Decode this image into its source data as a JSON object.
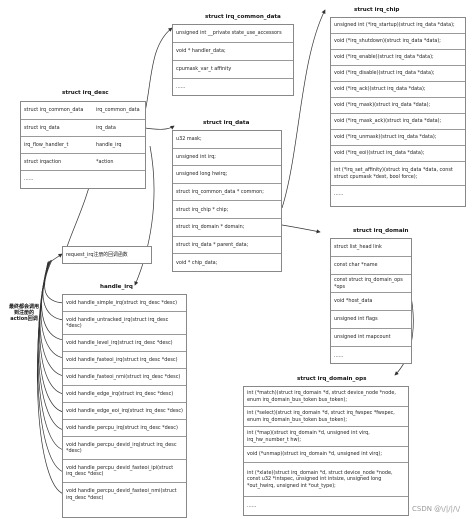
{
  "irq_desc": {
    "title": "struct irq_desc",
    "rows": [
      {
        "type": "struct irq_common_data",
        "name": "irq_common_data"
      },
      {
        "type": "struct irq_data",
        "name": "irq_data"
      },
      {
        "type": "irq_flow_handler_t",
        "name": "handle_irq"
      },
      {
        "type": "struct irqaction",
        "name": "*action"
      },
      {
        "type": "......",
        "name": ""
      }
    ]
  },
  "irq_common_data": {
    "title": "struct irq_common_data",
    "rows": [
      "unsigned int __private state_use_accessors",
      "void * handler_data;",
      "cpumask_var_t affinity",
      "......"
    ]
  },
  "irq_data": {
    "title": "struct irq_data",
    "rows": [
      "u32 mask;",
      "unsigned int irq;",
      "unsigned long hwirq;",
      "struct irq_common_data * common;",
      "struct irq_chip * chip;",
      "struct irq_domain * domain;",
      "struct irq_data * parent_data;",
      "void * chip_data;"
    ]
  },
  "irq_chip": {
    "title": "struct irq_chip",
    "rows": [
      "unsigned int (*irq_startup)(struct irq_data *data);",
      "void (*irq_shutdown)(struct irq_data *data);",
      "void (*irq_enable)(struct irq_data *data);",
      "void (*irq_disable)(struct irq_data *data);",
      "void (*irq_ack)(struct irq_data *data);",
      "void (*irq_mask)(struct irq_data *data);",
      "void (*irq_mask_ack)(struct irq_data *data);",
      "void (*irq_unmask)(struct irq_data *data);",
      "void (*irq_eoi)(struct irq_data *data);",
      "int (*irq_set_affinity)(struct irq_data *data, const struct cpumask *dest, bool force);",
      "......"
    ]
  },
  "irq_domain": {
    "title": "struct irq_domain",
    "rows": [
      "struct list_head link",
      "const char *name",
      "const struct irq_domain_ops *ops",
      "void *host_data",
      "unsigned int flags",
      "unsigned int mapcount",
      "......"
    ]
  },
  "irq_domain_ops": {
    "title": "struct irq_domain_ops",
    "rows": [
      "int (*match)(struct irq_domain *d, struct device_node *node, enum irq_domain_bus_token bus_token);",
      "int (*select)(struct irq_domain *d, struct irq_fwspec *fwspec, enum irq_domain_bus_token bus_token);",
      "int (*map)(struct irq_domain *d, unsigned int virq, irq_hw_number_t hw);",
      "void (*unmap)(struct irq_domain *d, unsigned int virq);",
      "int (*xlate)(struct irq_domain *d, struct device_node *node, const u32 *intspec, unsigned int intsize, unsigned long *out_hwirq, unsigned int *out_type);",
      "......"
    ]
  },
  "request_box": {
    "text": "request_irq注册的回调函数"
  },
  "handle_irq": {
    "title": "handle_irq",
    "rows": [
      "void handle_simple_irq(struct irq_desc *desc)",
      "void handle_untracked_irq(struct irq_desc *desc)",
      "void handle_level_irq(struct irq_desc *desc)",
      "void handle_fasteoi_irq(struct irq_desc *desc)",
      "void handle_fasteoi_nmi(struct irq_desc *desc)",
      "void handle_edge_irq(struct irq_desc *desc)",
      "void handle_edge_eoi_irq(struct irq_desc *desc)",
      "void handle_percpu_irq(struct irq_desc *desc)",
      "void handle_percpu_devid_irq(struct irq_desc *desc)",
      "void handle_percpu_devid_fasteoi_ipi(struct irq_desc *desc)",
      "void handle_percpu_devid_fasteoi_nmi(struct irq_desc *desc)"
    ]
  },
  "note": {
    "lines": [
      "最终都会调用",
      "到注册的",
      "action回调"
    ]
  },
  "watermark": "CSDN @\\/|/|/\\/",
  "colors": {
    "border": "#888888",
    "line": "#333333",
    "background": "#ffffff"
  }
}
